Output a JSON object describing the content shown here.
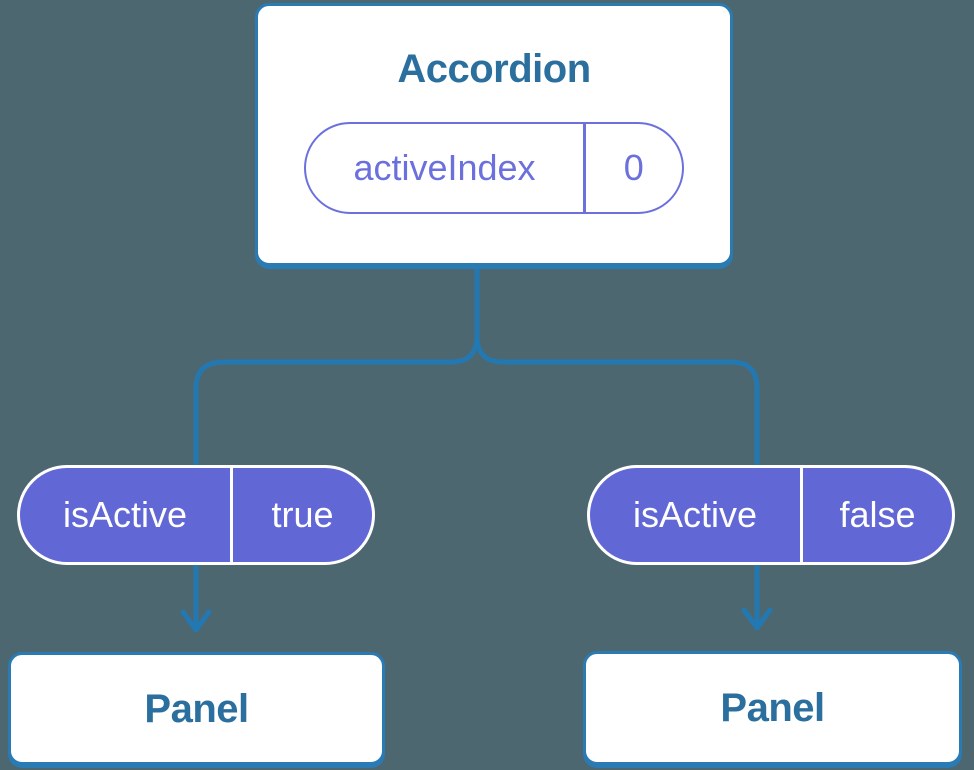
{
  "colors": {
    "background": "#4d6770",
    "line": "#2478b2",
    "card_border": "#2a7ab4",
    "card_bg": "#ffffff",
    "heading_text": "#2b6f9e",
    "purple_fill": "#6267d6",
    "purple_line": "#6c70dd",
    "pill_text": "#ffffff"
  },
  "root_card": {
    "title": "Accordion",
    "state_name": "activeIndex",
    "state_value": "0"
  },
  "left_branch": {
    "prop_name": "isActive",
    "prop_value": "true",
    "panel_label": "Panel"
  },
  "right_branch": {
    "prop_name": "isActive",
    "prop_value": "false",
    "panel_label": "Panel"
  }
}
